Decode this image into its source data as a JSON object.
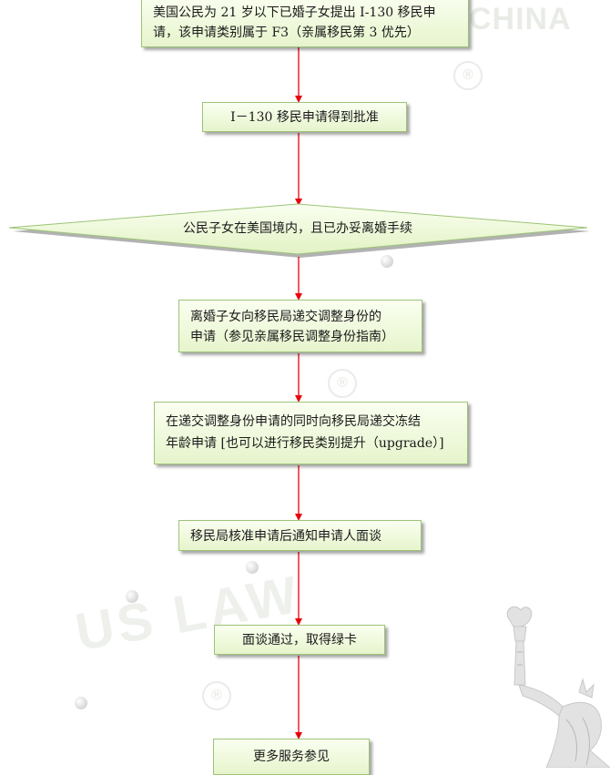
{
  "watermark": {
    "brand": "CHINA",
    "logo": "US LAW",
    "registered_mark": "®"
  },
  "flowchart": {
    "steps": [
      {
        "lines": [
          "美国公民为 21 岁以下已婚子女提出 I-130 移民申",
          "请，该申请类别属于 F3（亲属移民第 3 优先）"
        ]
      },
      {
        "lines": [
          "I－130 移民申请得到批准"
        ]
      },
      {
        "lines": [
          "公民子女在美国境内，且已办妥离婚手续"
        ]
      },
      {
        "lines": [
          "离婚子女向移民局递交调整身份的",
          "申请（参见亲属移民调整身份指南）"
        ]
      },
      {
        "lines": [
          "在递交调整身份申请的同时向移民局递交冻结",
          "年龄申请 [也可以进行移民类别提升（upgrade）]"
        ]
      },
      {
        "lines": [
          "移民局核准申请后通知申请人面谈"
        ]
      },
      {
        "lines": [
          "面谈通过，取得绿卡"
        ]
      },
      {
        "lines": [
          "更多服务参见"
        ]
      }
    ],
    "connector_color": "#e8000b",
    "node_fill": "#eef8dc",
    "node_border": "#9cc477"
  }
}
